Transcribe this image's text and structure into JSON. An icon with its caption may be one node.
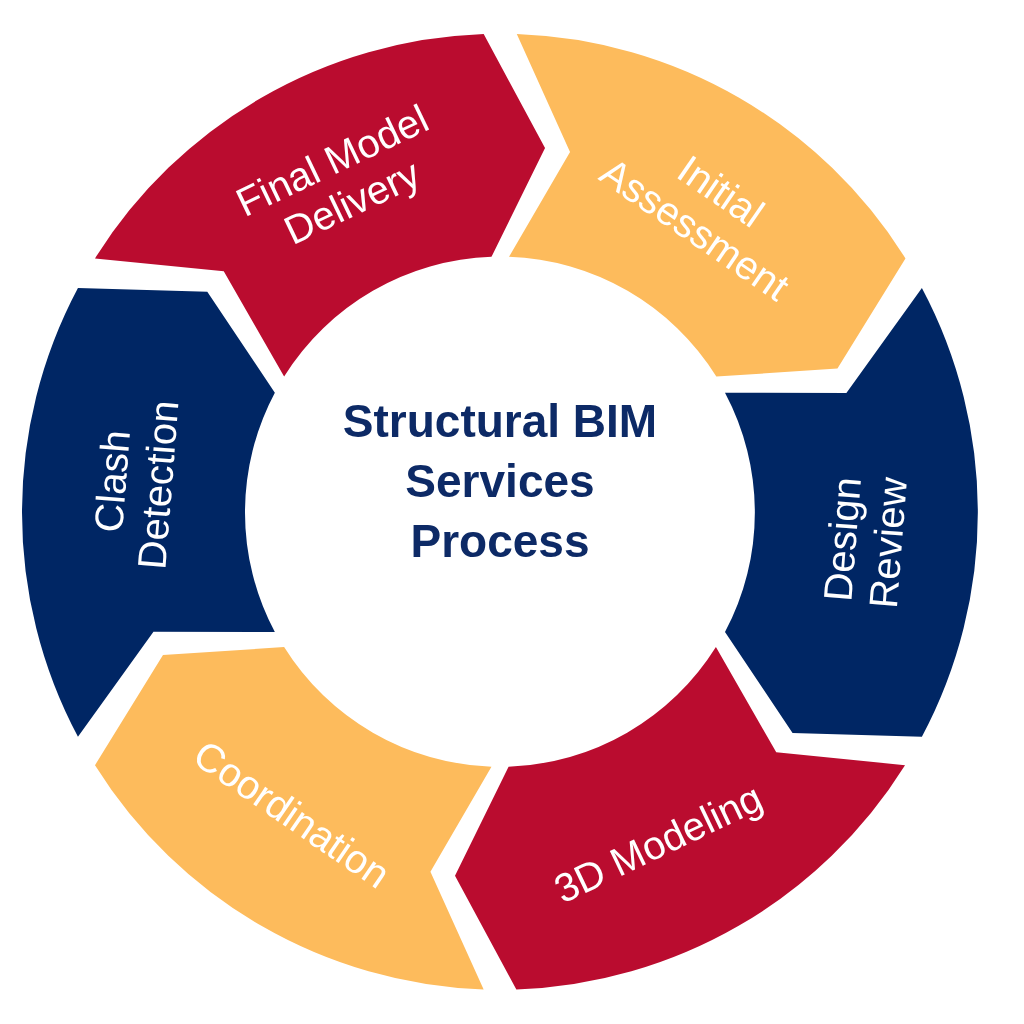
{
  "diagram": {
    "title": "Structural BIM Services Process",
    "nodes": [
      {
        "text": [
          "Initial Assessment"
        ]
      },
      {
        "text": [
          "Design Review"
        ]
      },
      {
        "text": [
          "3D Modeling"
        ]
      },
      {
        "text": [
          "Coordination"
        ]
      },
      {
        "text": [
          "Clash Detection"
        ]
      },
      {
        "text": [
          "Final Model Delivery"
        ]
      }
    ]
  }
}
